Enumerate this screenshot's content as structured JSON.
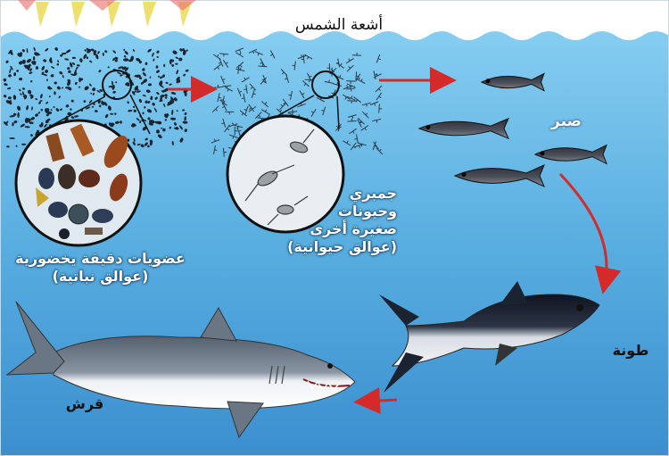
{
  "title": "أشعة الشمس",
  "labels": {
    "phytoplankton_line1": "عضويات دقيقة يخضورية",
    "phytoplankton_line2": "(عوالق نباتية)",
    "zooplankton_line1": "جمبري",
    "zooplankton_line2": "وحيونات",
    "zooplankton_line3": "صغيرة أخرى",
    "zooplankton_line4": "(عوالق حيوانية)",
    "sardine": "صبر",
    "tuna": "طونة",
    "shark": "قرش"
  },
  "colors": {
    "water_top": "#7cc6ee",
    "water_bottom": "#3f95d2",
    "arrow": "#d42a2a",
    "sky": "#ffffff",
    "sun_rays": "#e8d84a"
  },
  "icons": [
    "sun-rays-icon",
    "phytoplankton-cloud",
    "zooplankton-cloud",
    "magnifier-circle",
    "sardine-fish",
    "tuna-fish",
    "shark"
  ]
}
